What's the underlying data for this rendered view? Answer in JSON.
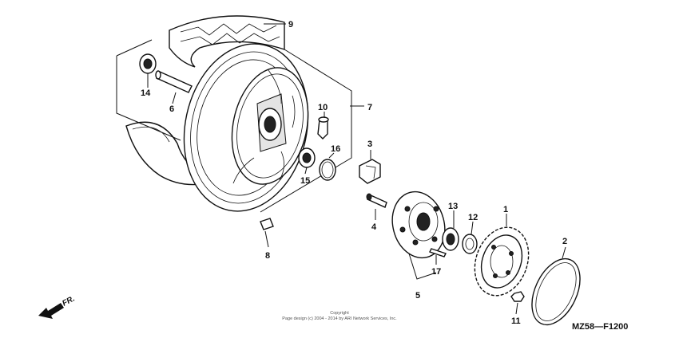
{
  "diagram": {
    "callouts": [
      "1",
      "2",
      "3",
      "4",
      "5",
      "6",
      "7",
      "8",
      "9",
      "10",
      "11",
      "12",
      "13",
      "14",
      "15",
      "16",
      "17"
    ],
    "code": "MZ58—F1200",
    "front_marker": "FR.",
    "copyright": [
      "Copyright",
      "Page design (c) 2004 - 2014 by ARI Network Services, Inc."
    ]
  }
}
